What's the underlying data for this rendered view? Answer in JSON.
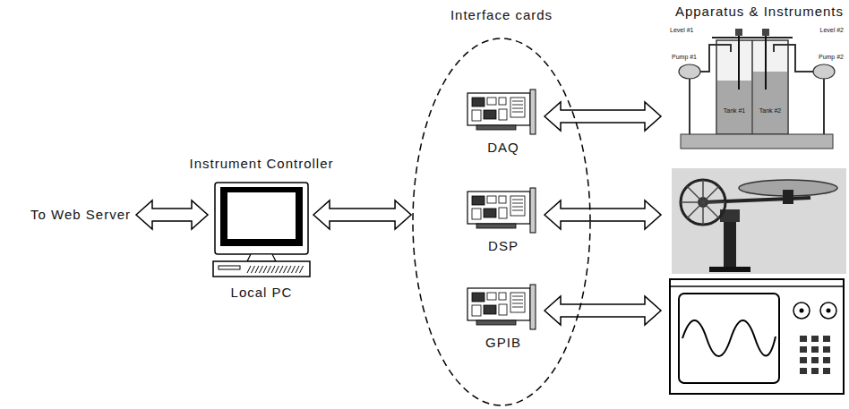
{
  "diagram": {
    "nodes": [
      {
        "text": [
          "Instrument Controller",
          "Local PC"
        ]
      },
      {
        "text": [
          "Interface cards"
        ]
      },
      {
        "text": [
          "DAQ"
        ],
        "in": 1
      },
      {
        "text": [
          "DSP"
        ],
        "in": 1
      },
      {
        "text": [
          "GPIB"
        ],
        "in": 1
      }
    ],
    "edges": [
      {
        "from": 0,
        "to": 1,
        "arrow": "both"
      }
    ],
    "labels": [
      "To Web Server",
      "Apparatus & Instruments",
      "Level #1",
      "Level #2",
      "Pump #1",
      "Pump #2",
      "Tank #1",
      "Tank #2"
    ]
  }
}
